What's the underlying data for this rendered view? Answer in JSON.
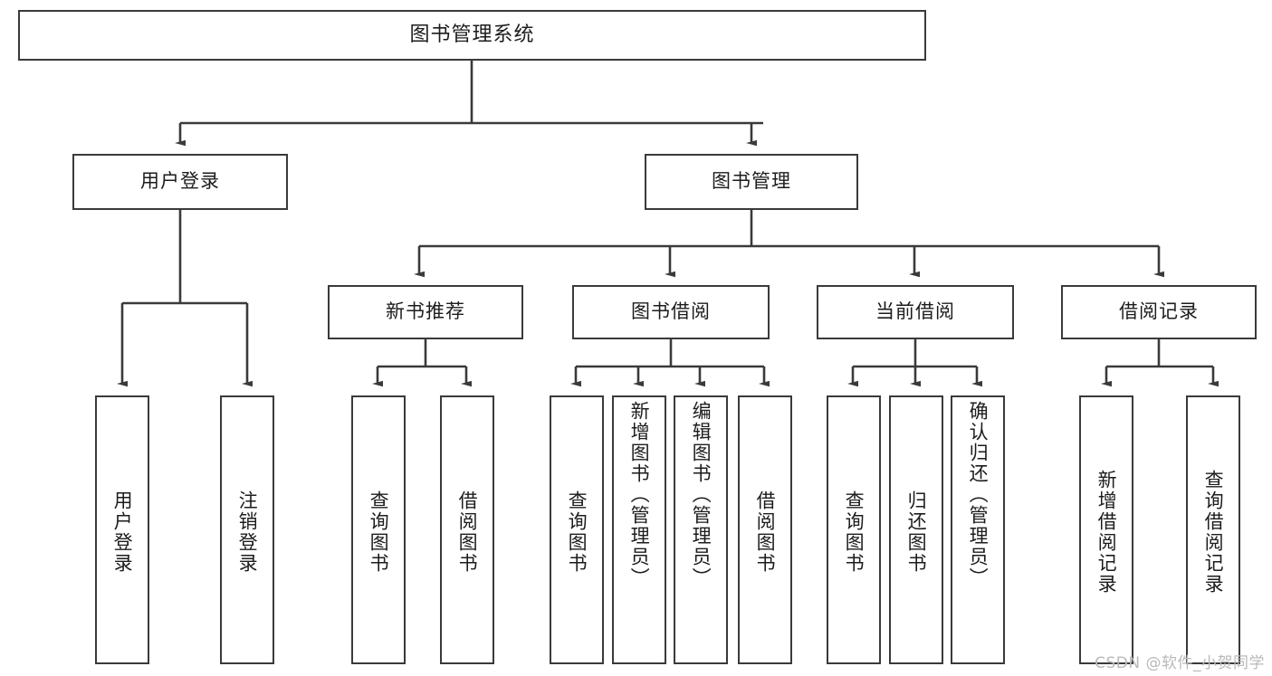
{
  "diagram": {
    "type": "tree-hierarchy-chart",
    "title": "图书管理系统",
    "colors": {
      "background": "#ffffff",
      "node_border": "#3a3a3a",
      "node_fill": "#ffffff",
      "edge": "#3a3a3a",
      "text": "#1c1c1c",
      "watermark": "#b9b9b9"
    },
    "root": {
      "label": "图书管理系统"
    },
    "level2": [
      {
        "id": "user-login",
        "label": "用户登录"
      },
      {
        "id": "book-management",
        "label": "图书管理"
      }
    ],
    "level3": [
      {
        "id": "new-book-recommend",
        "label": "新书推荐"
      },
      {
        "id": "book-borrow",
        "label": "图书借阅"
      },
      {
        "id": "current-borrow",
        "label": "当前借阅"
      },
      {
        "id": "borrow-record",
        "label": "借阅记录"
      }
    ],
    "leaves": {
      "user-login": [
        {
          "id": "leaf-user-login",
          "label": "用户登录"
        },
        {
          "id": "leaf-logout",
          "label": "注销登录"
        }
      ],
      "new-book-recommend": [
        {
          "id": "leaf-query-book-1",
          "label": "查询图书"
        },
        {
          "id": "leaf-borrow-book-1",
          "label": "借阅图书"
        }
      ],
      "book-borrow": [
        {
          "id": "leaf-query-book-2",
          "label": "查询图书"
        },
        {
          "id": "leaf-add-book",
          "label": "新增图书（管理员）"
        },
        {
          "id": "leaf-edit-book",
          "label": "编辑图书（管理员）"
        },
        {
          "id": "leaf-borrow-book-2",
          "label": "借阅图书"
        }
      ],
      "current-borrow": [
        {
          "id": "leaf-query-book-3",
          "label": "查询图书"
        },
        {
          "id": "leaf-return-book",
          "label": "归还图书"
        },
        {
          "id": "leaf-confirm-return",
          "label": "确认归还（管理员）"
        }
      ],
      "borrow-record": [
        {
          "id": "leaf-add-record",
          "label": "新增借阅记录"
        },
        {
          "id": "leaf-query-record",
          "label": "查询借阅记录"
        }
      ]
    }
  },
  "watermark": {
    "text": "CSDN @软件_小贺同学"
  }
}
